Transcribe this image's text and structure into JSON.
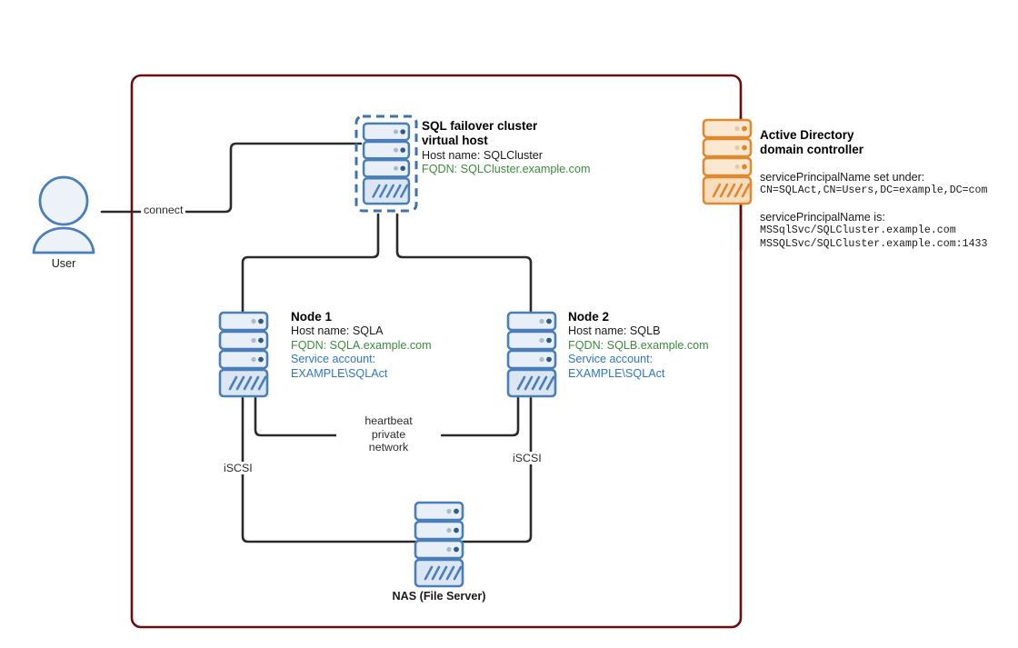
{
  "diagram": {
    "title": "SQL Server failover cluster with Active Directory",
    "boundary_color": "#6B0D0D",
    "colors": {
      "server_stroke": "#4A7EBB",
      "server_fill": "#E8EFF7",
      "server_fill_alt": "#DCE6F2",
      "ad_stroke": "#E08A30",
      "ad_fill": "#FBE8D3",
      "line": "#2b2b2b",
      "green_text": "#3c8c3c",
      "blue_text": "#2f76c8"
    }
  },
  "user": {
    "caption": "User",
    "icon": "person-icon"
  },
  "connections": {
    "connect_label": "connect",
    "heartbeat_label_line1": "heartbeat",
    "heartbeat_label_line2": "private",
    "heartbeat_label_line3": "network",
    "iscsi_left_label": "iSCSI",
    "iscsi_right_label": "iSCSI"
  },
  "virtual_host": {
    "title_line1": "SQL failover cluster",
    "title_line2": "virtual host",
    "host_name": "Host name: SQLCluster",
    "fqdn": "FQDN: SQLCluster.example.com",
    "icon": "server-stack-icon"
  },
  "node1": {
    "title": "Node 1",
    "host_name": "Host name: SQLA",
    "fqdn": "FQDN: SQLA.example.com",
    "service_account_label": "Service account:",
    "service_account_value": "EXAMPLE\\SQLAct",
    "icon": "server-stack-icon"
  },
  "node2": {
    "title": "Node 2",
    "host_name": "Host name: SQLB",
    "fqdn": "FQDN: SQLB.example.com",
    "service_account_label": "Service account:",
    "service_account_value": "EXAMPLE\\SQLAct",
    "icon": "server-stack-icon"
  },
  "nas": {
    "caption": "NAS (File Server)",
    "icon": "server-stack-icon"
  },
  "active_directory": {
    "title_line1": "Active Directory",
    "title_line2": "domain controller",
    "spn_set_under_label": "servicePrincipalName set under:",
    "spn_set_under_value": "CN=SQLAct,CN=Users,DC=example,DC=com",
    "spn_is_label": "servicePrincipalName is:",
    "spn_value_1": "MSSqlSvc/SQLCluster.example.com",
    "spn_value_2": "MSSQLSvc/SQLCluster.example.com:1433",
    "icon": "server-stack-icon"
  }
}
